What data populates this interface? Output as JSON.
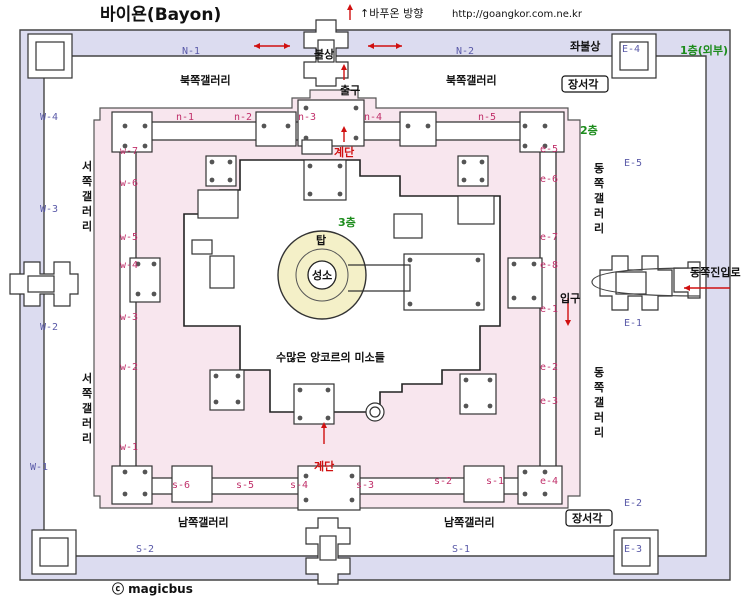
{
  "title": "바이욘(Bayon)",
  "direction_note": "↑바푸온 방향",
  "url": "http://goangkor.com.ne.kr",
  "copyright": "ⓒ magicbus",
  "levels": {
    "level1": "1층(외부)",
    "level2": "2층",
    "level3": "3층"
  },
  "labels": {
    "buddha_statue": "불상",
    "exit": "출구",
    "seated_buddha": "좌불상",
    "library_top": "장서각",
    "library_bottom": "장서각",
    "north_gallery_left": "북쪽갤러리",
    "north_gallery_right": "북쪽갤러리",
    "south_gallery_left": "남쪽갤러리",
    "south_gallery_right": "남쪽갤러리",
    "west_gallery_top": [
      "서",
      "쪽",
      "갤",
      "러",
      "리"
    ],
    "west_gallery_bottom": [
      "서",
      "쪽",
      "갤",
      "러",
      "리"
    ],
    "east_gallery_top": [
      "동",
      "쪽",
      "갤",
      "러",
      "리"
    ],
    "east_gallery_bottom": [
      "동",
      "쪽",
      "갤",
      "러",
      "리"
    ],
    "stairs_top": "계단",
    "stairs_bottom": "계단",
    "tower": "탑",
    "sanctuary": "성소",
    "smiles": "수많은 앙코르의 미소들",
    "east_entrance": "동쪽진입로",
    "entrance": "입구"
  },
  "outer_codes": {
    "n1": "N-1",
    "n2": "N-2",
    "s1": "S-1",
    "s2": "S-2",
    "w1": "W-1",
    "w2": "W-2",
    "w3": "W-3",
    "w4": "W-4",
    "e1": "E-1",
    "e2": "E-2",
    "e3": "E-3",
    "e4": "E-4",
    "e5": "E-5"
  },
  "inner_codes": {
    "n1": "n-1",
    "n2": "n-2",
    "n3": "n-3",
    "n4": "n-4",
    "n5": "n-5",
    "s1": "s-1",
    "s2": "s-2",
    "s3": "s-3",
    "s4": "s-4",
    "s5": "s-5",
    "s6": "s-6",
    "w1": "w-1",
    "w2": "w-2",
    "w3": "w-3",
    "w4": "w-4",
    "w5": "w-5",
    "w6": "w-6",
    "w7": "w-7",
    "e1": "e-1",
    "e2": "e-2",
    "e3": "e-3",
    "e4": "e-4",
    "e5": "e-5",
    "e6": "e-6",
    "e7": "e-7",
    "e8": "e-8"
  },
  "colors": {
    "outer_wall": "#dcdcf0",
    "second_level": "#f8e6ee",
    "sanctuary": "#f4f0c8",
    "arrow": "#d01010",
    "blue_code": "#5a5aa8",
    "pink_code": "#c0306a",
    "green_label": "#1c8c1c"
  }
}
